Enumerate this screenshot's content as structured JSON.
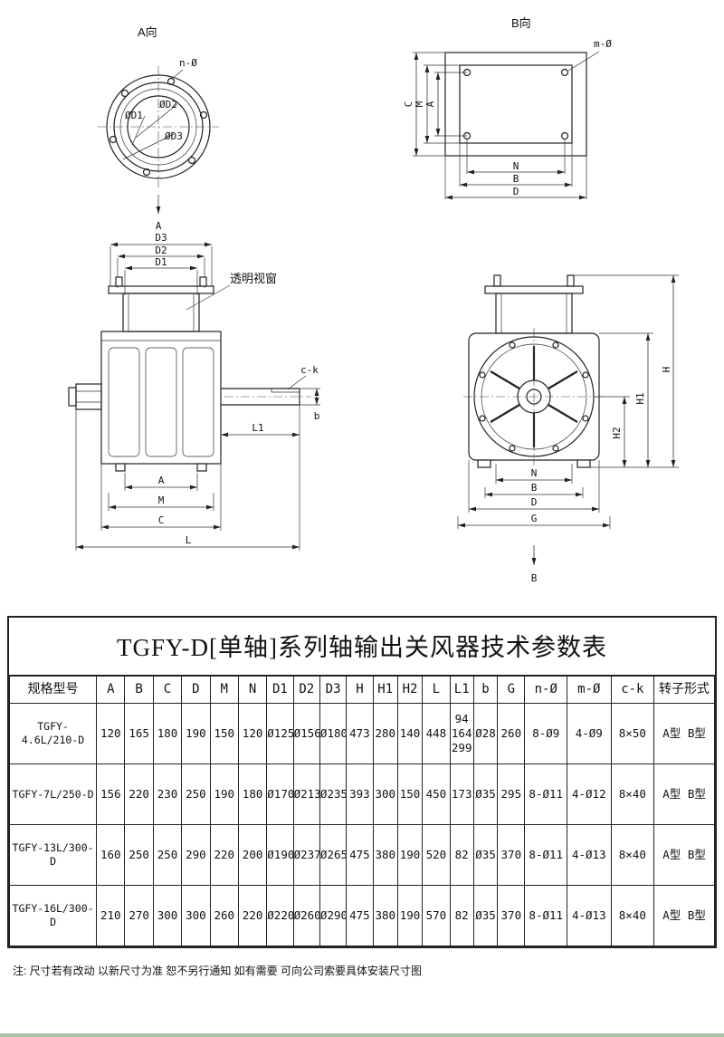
{
  "page": {
    "note": "注: 尺寸若有改动 以新尺寸为准 恕不另行通知 如有需要 可向公司索要具体安装尺寸图"
  },
  "drawings": {
    "view_a": {
      "title": "A向",
      "hole_label": "n-Ø",
      "d1": "ØD1",
      "d2": "ØD2",
      "d3": "ØD3",
      "arrow": "A"
    },
    "view_b": {
      "title": "B向",
      "hole_label": "m-Ø",
      "dim_c": "C",
      "dim_m": "M",
      "dim_a": "A",
      "dim_n": "N",
      "dim_b": "B",
      "dim_d": "D"
    },
    "front_view": {
      "dim_d3": "D3",
      "dim_d2": "D2",
      "dim_d1": "D1",
      "window_label": "透明视窗",
      "dim_ck": "c-k",
      "dim_b": "b",
      "dim_l1": "L1",
      "dim_a": "A",
      "dim_m": "M",
      "dim_c": "C",
      "dim_l": "L"
    },
    "side_view": {
      "dim_h": "H",
      "dim_h1": "H1",
      "dim_h2": "H2",
      "dim_n": "N",
      "dim_b": "B",
      "dim_d": "D",
      "dim_g": "G",
      "arrow": "B"
    }
  },
  "table": {
    "title": "TGFY-D[单轴]系列轴输出关风器技术参数表",
    "headers": [
      "规格型号",
      "A",
      "B",
      "C",
      "D",
      "M",
      "N",
      "D1",
      "D2",
      "D3",
      "H",
      "H1",
      "H2",
      "L",
      "L1",
      "b",
      "G",
      "n-Ø",
      "m-Ø",
      "c-k",
      "转子形式"
    ],
    "rows": [
      [
        "TGFY-4.6L/210-D",
        "120",
        "165",
        "180",
        "190",
        "150",
        "120",
        "Ø125",
        "Ø156",
        "Ø180",
        "473",
        "280",
        "140",
        "448",
        "94\n164\n299",
        "Ø28",
        "260",
        "8-Ø9",
        "4-Ø9",
        "8×50",
        "A型 B型"
      ],
      [
        "TGFY-7L/250-D",
        "156",
        "220",
        "230",
        "250",
        "190",
        "180",
        "Ø170",
        "Ø213",
        "Ø235",
        "393",
        "300",
        "150",
        "450",
        "173",
        "Ø35",
        "295",
        "8-Ø11",
        "4-Ø12",
        "8×40",
        "A型 B型"
      ],
      [
        "TGFY-13L/300-D",
        "160",
        "250",
        "250",
        "290",
        "220",
        "200",
        "Ø190",
        "Ø237",
        "Ø265",
        "475",
        "380",
        "190",
        "520",
        "82",
        "Ø35",
        "370",
        "8-Ø11",
        "4-Ø13",
        "8×40",
        "A型 B型"
      ],
      [
        "TGFY-16L/300-D",
        "210",
        "270",
        "300",
        "300",
        "260",
        "220",
        "Ø220",
        "Ø260",
        "Ø290",
        "475",
        "380",
        "190",
        "570",
        "82",
        "Ø35",
        "370",
        "8-Ø11",
        "4-Ø13",
        "8×40",
        "A型 B型"
      ]
    ]
  }
}
